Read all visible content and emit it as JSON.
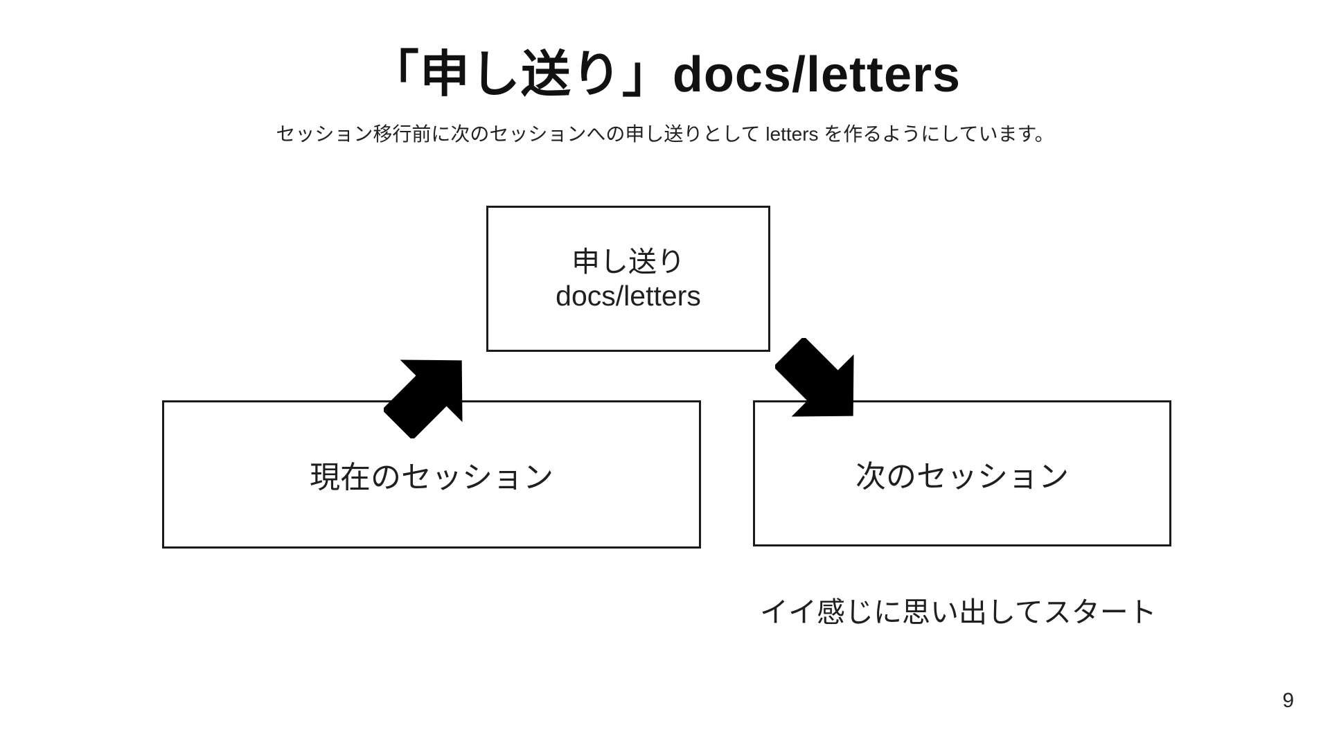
{
  "slide": {
    "title": "「申し送り」docs/letters",
    "subtitle": "セッション移行前に次のセッションへの申し送りとして letters を作るようにしています。",
    "page_number": "9"
  },
  "diagram": {
    "top_box": {
      "line1": "申し送り",
      "line2": "docs/letters"
    },
    "left_box": {
      "label": "現在のセッション"
    },
    "right_box": {
      "label": "次のセッション"
    },
    "arrows": [
      {
        "name": "arrow-up-right",
        "direction": "up-right",
        "from": "current-session",
        "to": "letters"
      },
      {
        "name": "arrow-down-right",
        "direction": "down-right",
        "from": "letters",
        "to": "next-session"
      }
    ],
    "caption": "イイ感じに思い出してスタート",
    "colors": {
      "arrow": "#000000",
      "border": "#1a1a1a",
      "text": "#1f1f1f",
      "background": "#ffffff"
    }
  }
}
